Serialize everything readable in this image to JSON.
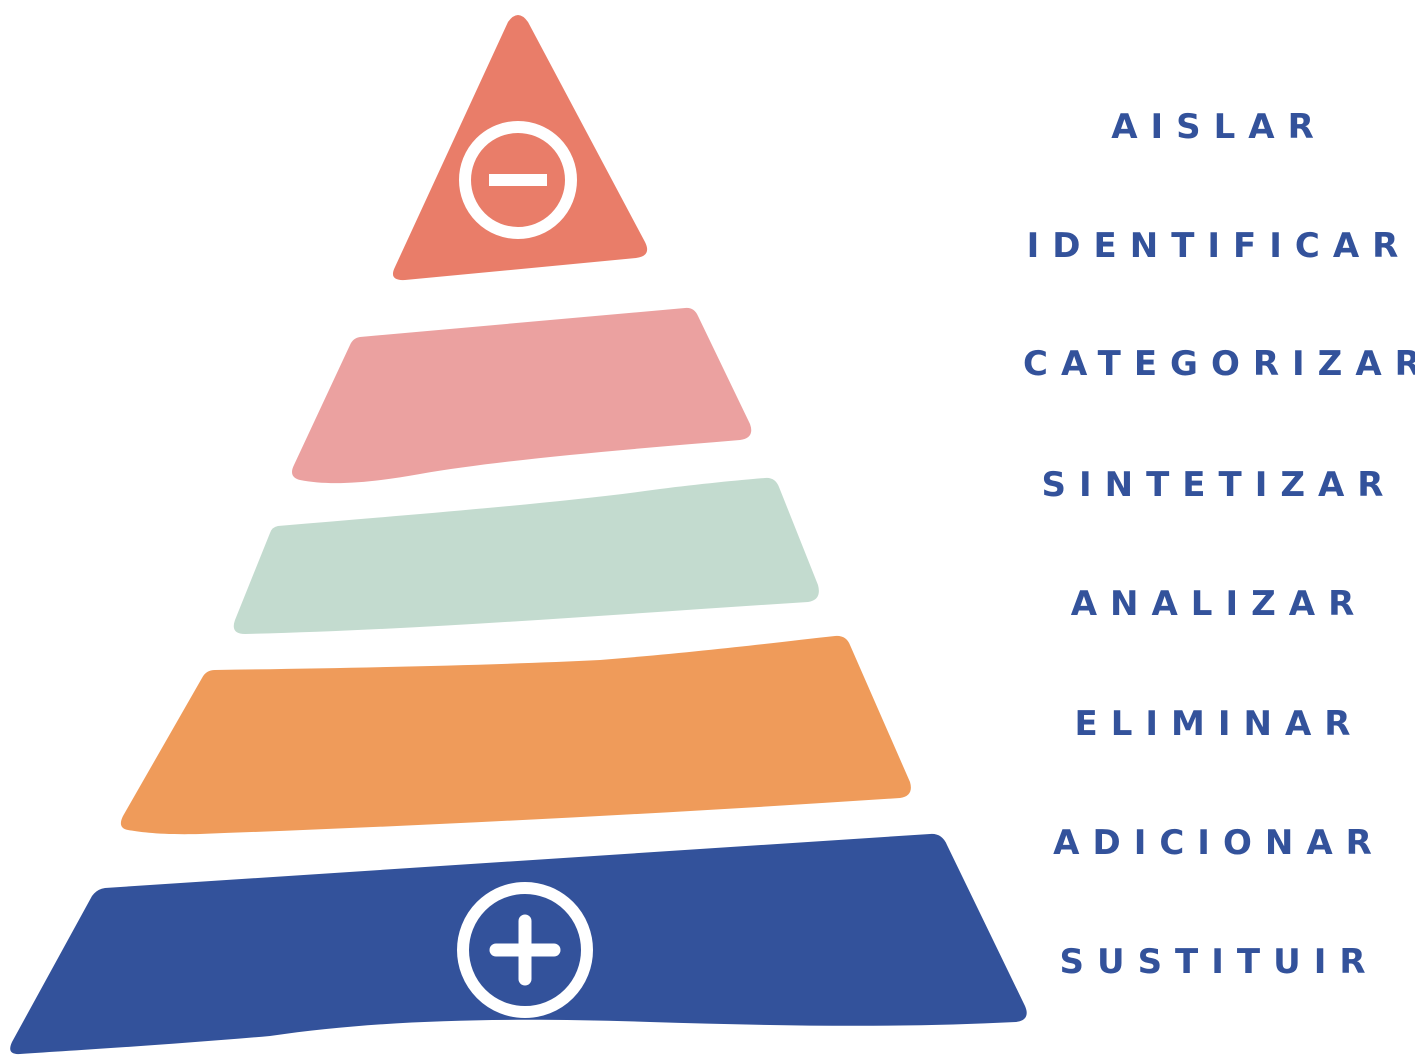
{
  "colors": {
    "tier_1_top": "#e97d69",
    "tier_2": "#eba1a0",
    "tier_3": "#c3dbcf",
    "tier_4": "#ef9b5a",
    "tier_5_bottom": "#33529b",
    "label_text": "#33529b",
    "icon_stroke": "#ffffff"
  },
  "icons": {
    "top": "minus-circle-icon",
    "bottom": "plus-circle-icon"
  },
  "labels": [
    "AISLAR",
    "IDENTIFICAR",
    "CATEGORIZAR",
    "SINTETIZAR",
    "ANALIZAR",
    "ELIMINAR",
    "ADICIONAR",
    "SUSTITUIR"
  ]
}
